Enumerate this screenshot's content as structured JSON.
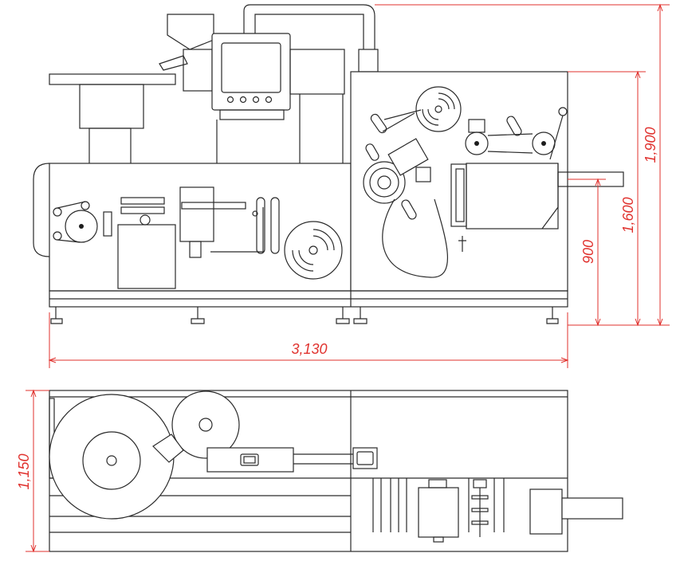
{
  "drawing": {
    "front_view_label": "",
    "top_view_label": ""
  },
  "colors": {
    "outline": "#2a2a2a",
    "dimension": "#e0322e",
    "background": "#ffffff"
  },
  "dimensions": {
    "overall_height": "1,900",
    "lower_height": "1,600",
    "table_height": "900",
    "overall_length": "3,130",
    "overall_width": "1,150"
  }
}
